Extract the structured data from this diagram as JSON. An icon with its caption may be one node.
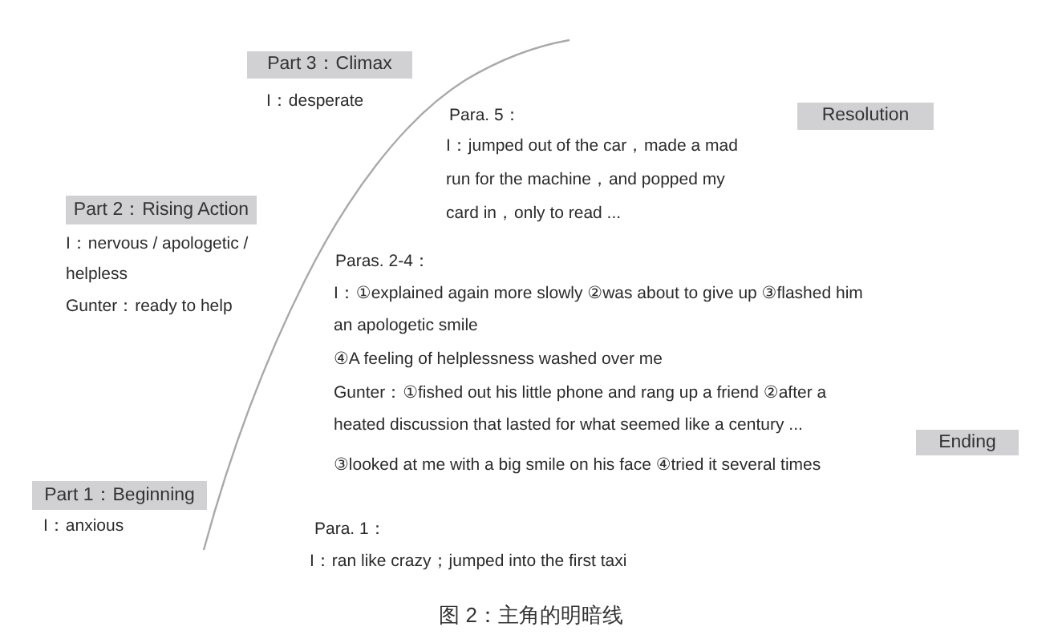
{
  "diagram": {
    "caption": "图 2：主角的明暗线",
    "nodes": [
      {
        "text": [
          "Part 1：Beginning"
        ],
        "beside": [
          "I：anxious"
        ]
      },
      {
        "text": [
          "Part 2：Rising Action"
        ],
        "beside": [
          "I：nervous / apologetic / helpless",
          "Gunter：ready to help"
        ]
      },
      {
        "text": [
          "Part 3：Climax"
        ],
        "beside": [
          "I：desperate"
        ]
      },
      {
        "text": [
          "Resolution"
        ]
      },
      {
        "text": [
          "Ending"
        ]
      }
    ],
    "labels": [
      "Para. 5：",
      "I：jumped out of the car，made a mad run for the machine，and popped my card in，only to read ...",
      "Paras. 2-4：",
      "I：①explained again more slowly ②was about to give up ③flashed him an apologetic smile",
      "④A feeling of helplessness washed over me",
      "Gunter：①fished out his little phone and rang up a friend ②after a heated discussion that lasted for what seemed like a century ...",
      "③looked at me with a big smile on his face ④tried it several times",
      "Para. 1：",
      "I：ran like crazy；jumped into the first taxi"
    ]
  }
}
